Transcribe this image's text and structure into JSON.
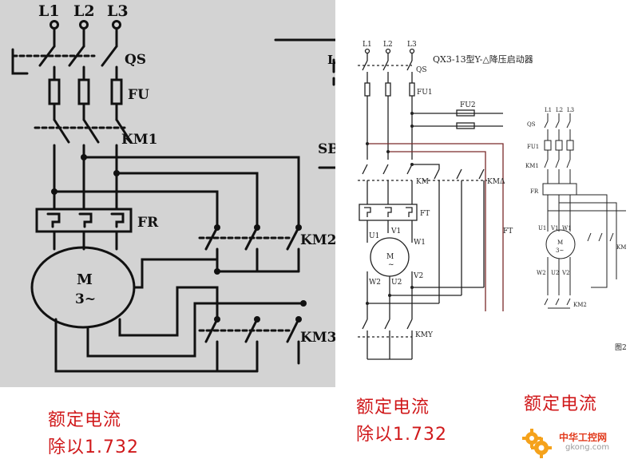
{
  "left_diagram": {
    "phase_labels": [
      "L1",
      "L2",
      "L3"
    ],
    "qs_label": "QS",
    "fu_label": "FU",
    "km1_label": "KM1",
    "fr_label": "FR",
    "motor_label": "M",
    "motor_sub": "3~",
    "km2_label": "KM2",
    "km3_label": "KM3",
    "sb_label": "SB",
    "partial_text": "L"
  },
  "right_diagram": {
    "title": "QX3-13型Y-△降压启动器",
    "phase_labels": [
      "L1",
      "L2",
      "L3"
    ],
    "qs_label": "QS",
    "fu1_label": "FU1",
    "fu2_label": "FU2",
    "km_label": "KM",
    "kmd_label": "KMΔ",
    "ft_label": "FT",
    "ft_side_label": "FT",
    "motor_label": "M",
    "motor_sub": "~",
    "u1": "U1",
    "v1": "V1",
    "w1": "W1",
    "w2": "W2",
    "u2": "U2",
    "v2": "V2",
    "kmy_label": "KMY",
    "small": {
      "phase_labels": [
        "L1",
        "L2",
        "L3"
      ],
      "qs": "QS",
      "fu1": "FU1",
      "km1": "KM1",
      "fr": "FR",
      "u1": "U1",
      "v1": "V1",
      "w1": "W1",
      "motor_label": "M",
      "motor_sub": "3~",
      "w2": "W2",
      "u2": "U2",
      "v2": "V2",
      "km2": "KM2",
      "km_side": "KM",
      "fig": "图2"
    }
  },
  "captions": {
    "left_line1": "额定电流",
    "left_line2": "除以1.732",
    "mid_line1": "额定电流",
    "mid_line2": "除以1.732",
    "right_line1": "额定电流"
  },
  "watermark": {
    "brand": "中华工控网",
    "url": "gkong.com"
  },
  "colors": {
    "caption": "#d0191b",
    "left_bg": "#d3d3d3",
    "ink": "#111111",
    "brand_orange": "#f5a21b"
  }
}
